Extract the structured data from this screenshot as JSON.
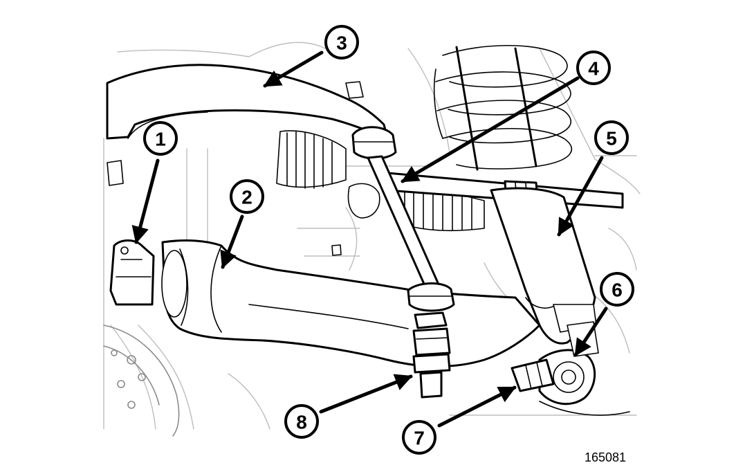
{
  "callouts": [
    {
      "id": "1",
      "label": "1"
    },
    {
      "id": "2",
      "label": "2"
    },
    {
      "id": "3",
      "label": "3"
    },
    {
      "id": "4",
      "label": "4"
    },
    {
      "id": "5",
      "label": "5"
    },
    {
      "id": "6",
      "label": "6"
    },
    {
      "id": "7",
      "label": "7"
    },
    {
      "id": "8",
      "label": "8"
    }
  ],
  "figure_number": "165081"
}
